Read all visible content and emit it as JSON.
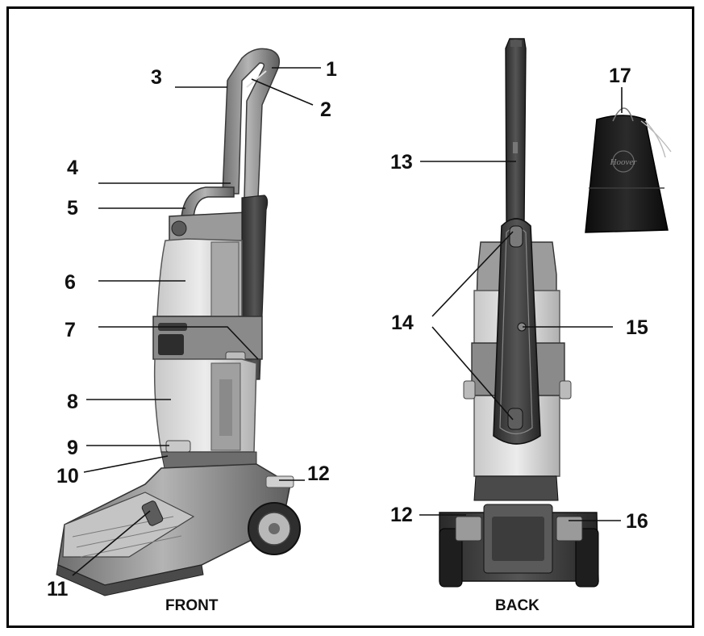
{
  "callouts": [
    {
      "id": "1",
      "text": "1"
    },
    {
      "id": "2",
      "text": "2"
    },
    {
      "id": "3",
      "text": "3"
    },
    {
      "id": "4",
      "text": "4"
    },
    {
      "id": "5",
      "text": "5"
    },
    {
      "id": "6",
      "text": "6"
    },
    {
      "id": "7",
      "text": "7"
    },
    {
      "id": "8",
      "text": "8"
    },
    {
      "id": "9",
      "text": "9"
    },
    {
      "id": "10",
      "text": "10"
    },
    {
      "id": "11",
      "text": "11"
    },
    {
      "id": "12a",
      "text": "12"
    },
    {
      "id": "13",
      "text": "13"
    },
    {
      "id": "14",
      "text": "14"
    },
    {
      "id": "15",
      "text": "15"
    },
    {
      "id": "12b",
      "text": "12"
    },
    {
      "id": "16",
      "text": "16"
    },
    {
      "id": "17",
      "text": "17"
    }
  ],
  "captions": {
    "front": "FRONT",
    "back": "BACK"
  },
  "bag_logo": "Hoover",
  "colors": {
    "body_gray": "#8c8c8c",
    "dark_gray": "#3a3a3a",
    "tank_clear": "#d6d6d6",
    "bag_black": "#151515"
  }
}
